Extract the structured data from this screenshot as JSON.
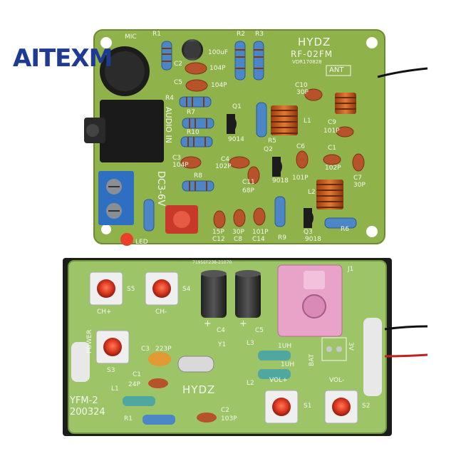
{
  "brand": {
    "name": "AITEXM"
  },
  "board_top": {
    "maker": "HYDZ",
    "model": "RF-02FM",
    "version": "VDR170828",
    "ant": "ANT",
    "mic": "MIC",
    "audio": "AUDIO IN",
    "power": "DC3-6V",
    "led": "LED",
    "labels": {
      "R1": "R1",
      "R2": "R2",
      "R3": "R3",
      "R4": "R4",
      "R5": "R5",
      "R6": "R6",
      "R7": "R7",
      "R8": "R8",
      "R9": "R9",
      "R10": "R10",
      "C1": "C1",
      "C2": "C2",
      "C3": "C3",
      "C4": "C4",
      "C5": "C5",
      "C6": "C6",
      "C7": "C7",
      "C8": "C8",
      "C9": "C9",
      "C10": "C10",
      "C11": "C11",
      "C12": "C12",
      "C14": "C14",
      "Q1": "Q1",
      "Q2": "Q2",
      "Q3": "Q3",
      "L1": "L1",
      "L2": "L2",
      "C1val": "102P",
      "C2val": "104P",
      "C3val": "104P",
      "C4val": "102P",
      "C5val": "104P",
      "C6val": "101P",
      "C7val": "30P",
      "C8val": "30P",
      "C9val": "101P",
      "C10val": "30P",
      "C11val": "68P",
      "C12val": "15P",
      "C14val": "101P",
      "cap100": "100uF",
      "q1type": "9014",
      "q2type": "9018",
      "q3type": "9018"
    }
  },
  "board_bottom": {
    "maker": "HYDZ",
    "model": "YFM-2",
    "date": "200324",
    "code": "7195EF238-21070",
    "jack": "J1",
    "bat": "BAT",
    "volt": "3V",
    "power": "POWER",
    "buttons": {
      "S1": "S1",
      "S2": "S2",
      "S3": "S3",
      "S4": "S4",
      "S5": "S5",
      "chp": "CH+",
      "chm": "CH-",
      "volp": "VOL+",
      "volm": "VOL-"
    },
    "parts": {
      "C1": "C1",
      "C1val": "24P",
      "C2": "C2",
      "C2val": "103P",
      "C3": "C3",
      "C3val": "223P",
      "C4": "C4",
      "C5": "C5",
      "L1": "L1",
      "L2": "L2",
      "L3": "L3",
      "L3val": "1UH",
      "L2val": "1UH",
      "R1": "R1",
      "Y1": "Y1",
      "plus4": "+",
      "plus5": "+"
    }
  },
  "colors": {
    "pcb": "#8fb24a",
    "pcb_light": "#a7c765",
    "pcb_bottom": "#9ec468",
    "brand": "#1e3a92",
    "button_red": "#d9361f",
    "jack_pink": "#e8a3c8",
    "terminal_blue": "#2f6fc2",
    "cap_orange": "#b7532a"
  }
}
